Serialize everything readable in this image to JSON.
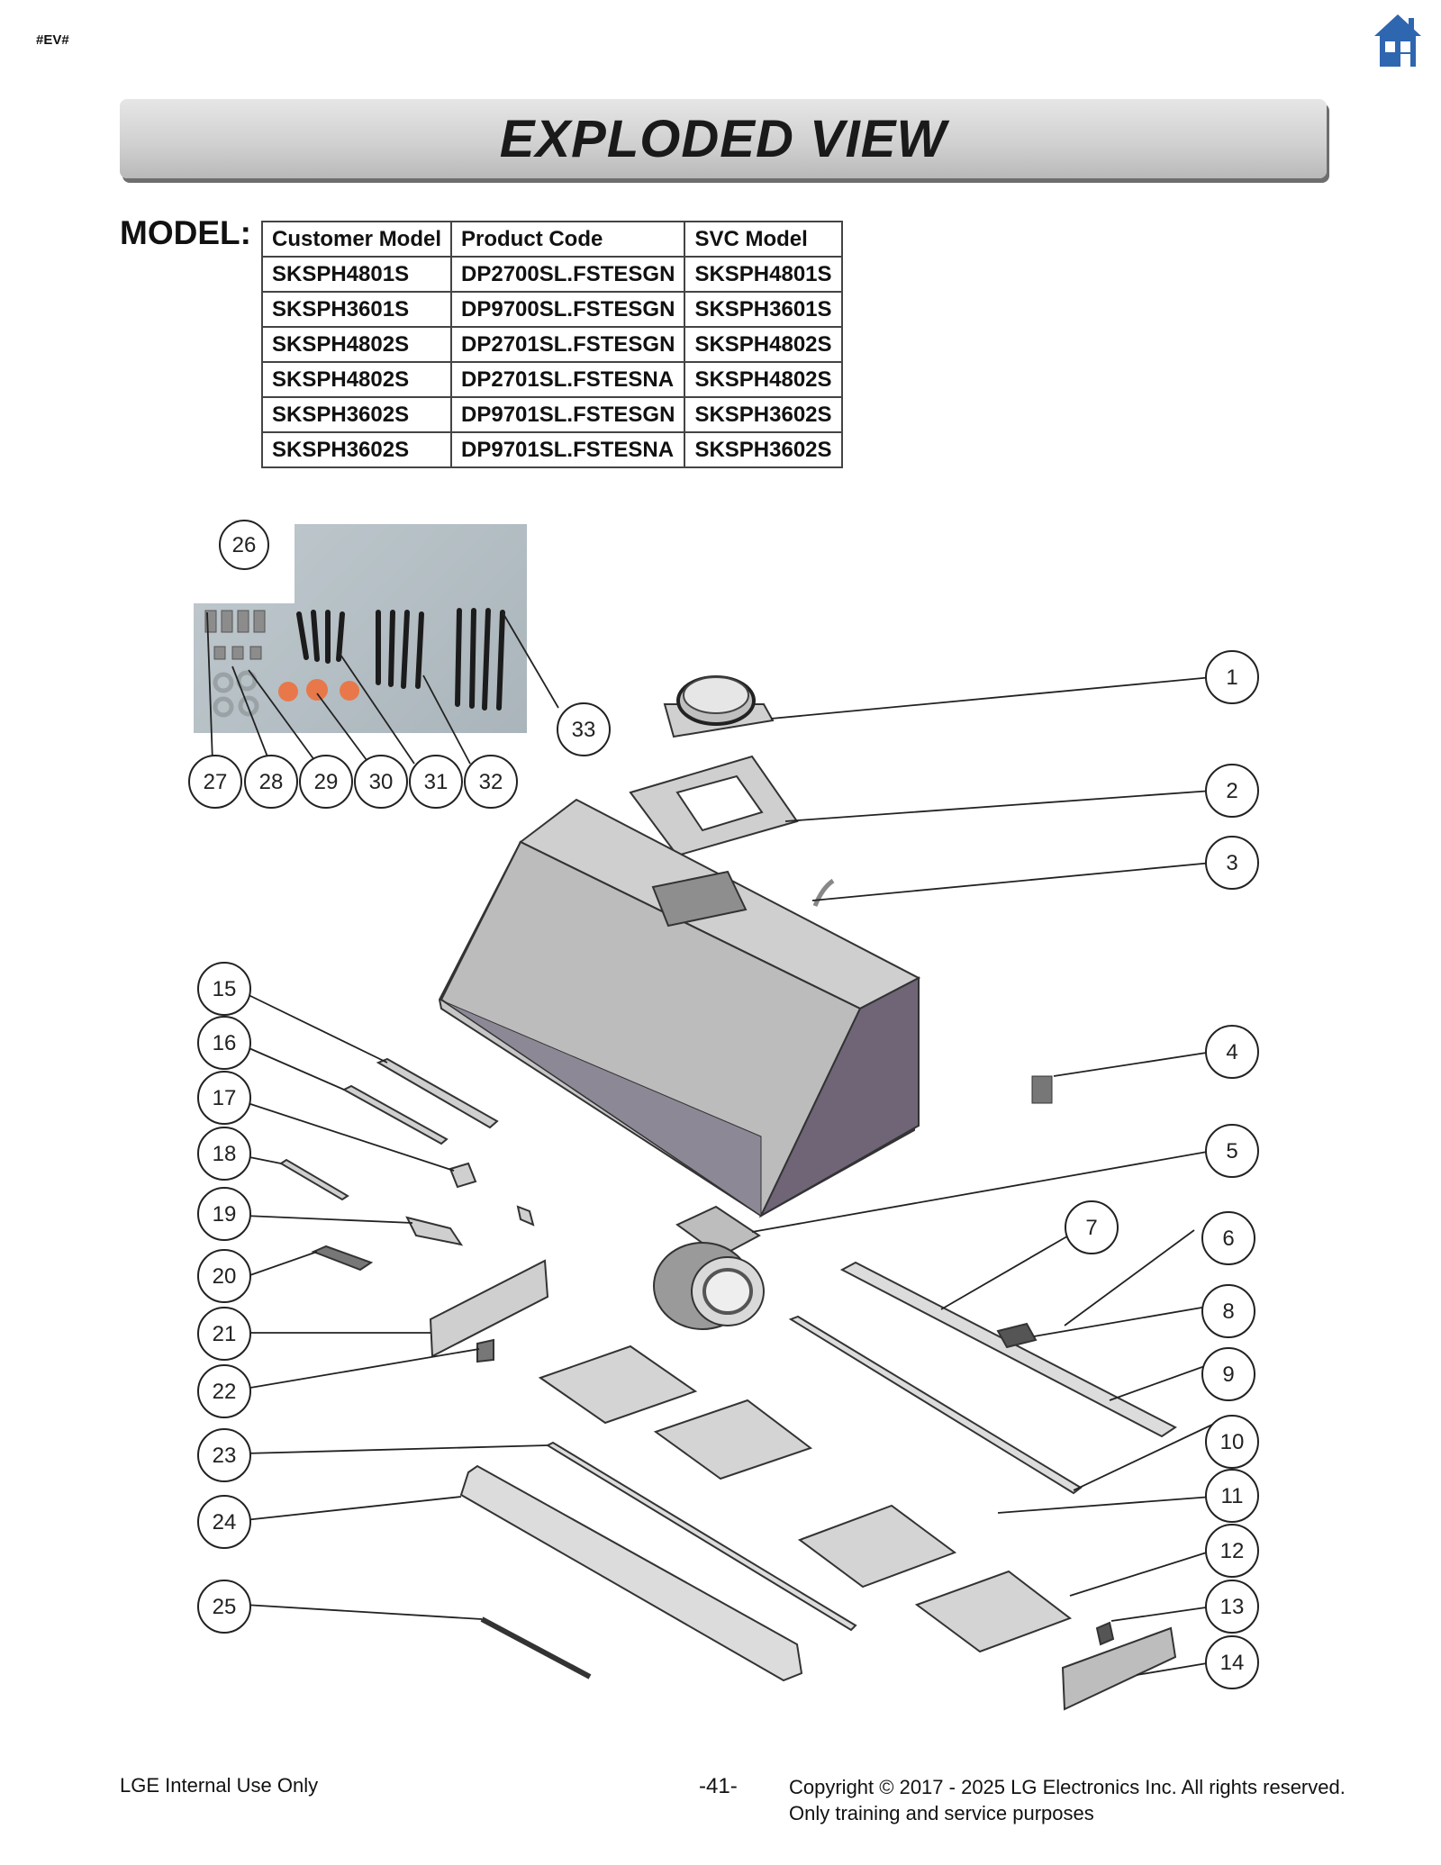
{
  "page": {
    "tag": "#EV#",
    "title": "EXPLODED VIEW",
    "model_label": "MODEL:"
  },
  "icons": {
    "home": "home-icon"
  },
  "colors": {
    "home_icon": "#2f66b0",
    "banner_shadow": "#6e6e6e",
    "hood_side": "#6f6577"
  },
  "model_table": {
    "headers": [
      "Customer Model",
      "Product Code",
      "SVC Model"
    ],
    "rows": [
      [
        "SKSPH4801S",
        "DP2700SL.FSTESGN",
        "SKSPH4801S"
      ],
      [
        "SKSPH3601S",
        "DP9700SL.FSTESGN",
        "SKSPH3601S"
      ],
      [
        "SKSPH4802S",
        "DP2701SL.FSTESGN",
        "SKSPH4802S"
      ],
      [
        "SKSPH4802S",
        "DP2701SL.FSTESNA",
        "SKSPH4802S"
      ],
      [
        "SKSPH3602S",
        "DP9701SL.FSTESGN",
        "SKSPH3602S"
      ],
      [
        "SKSPH3602S",
        "DP9701SL.FSTESNA",
        "SKSPH3602S"
      ]
    ]
  },
  "callouts": [
    "1",
    "2",
    "3",
    "4",
    "5",
    "6",
    "7",
    "8",
    "9",
    "10",
    "11",
    "12",
    "13",
    "14",
    "15",
    "16",
    "17",
    "18",
    "19",
    "20",
    "21",
    "22",
    "23",
    "24",
    "25",
    "26",
    "27",
    "28",
    "29",
    "30",
    "31",
    "32",
    "33"
  ],
  "footer": {
    "left": "LGE Internal Use Only",
    "page": "-41-",
    "copyright": "Copyright © 2017 - 2025 LG Electronics Inc. All rights reserved.",
    "purpose": "Only training and service purposes"
  }
}
